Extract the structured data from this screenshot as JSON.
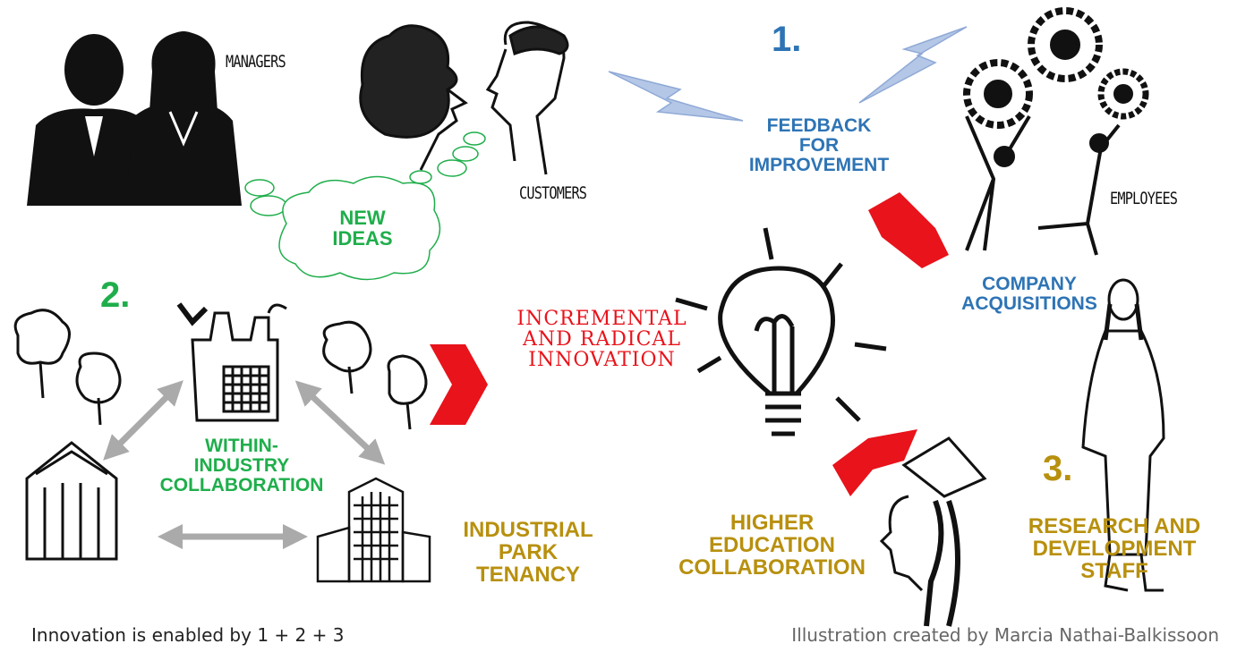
{
  "labels": {
    "managers": "MANAGERS",
    "customers": "CUSTOMERS",
    "employees": "EMPLOYEES"
  },
  "stage1": {
    "number": "1.",
    "feedback_line1": "FEEDBACK",
    "feedback_line2": "FOR",
    "feedback_line3": "IMPROVEMENT",
    "acquisitions_line1": "COMPANY",
    "acquisitions_line2": "ACQUISITIONS"
  },
  "ideas": {
    "line1": "NEW",
    "line2": "IDEAS"
  },
  "stage2": {
    "number": "2.",
    "collab_line1": "WITHIN-",
    "collab_line2": "INDUSTRY",
    "collab_line3": "COLLABORATION",
    "park_line1": "INDUSTRIAL",
    "park_line2": "PARK",
    "park_line3": "TENANCY"
  },
  "innovation": {
    "line1": "INCREMENTAL",
    "line2": "AND RADICAL",
    "line3": "INNOVATION"
  },
  "stage3": {
    "number": "3.",
    "higher_line1": "HIGHER",
    "higher_line2": "EDUCATION",
    "higher_line3": "COLLABORATION",
    "rd_line1": "RESEARCH AND",
    "rd_line2": "DEVELOPMENT",
    "rd_line3": "STAFF"
  },
  "footer": {
    "left": "Innovation is enabled by 1 + 2 + 3",
    "right": "Illustration created by Marcia Nathai-Balkissoon"
  },
  "colors": {
    "blue": "#2e74b5",
    "green": "#1fae4b",
    "gold": "#b8900e",
    "red": "#e8131b"
  }
}
